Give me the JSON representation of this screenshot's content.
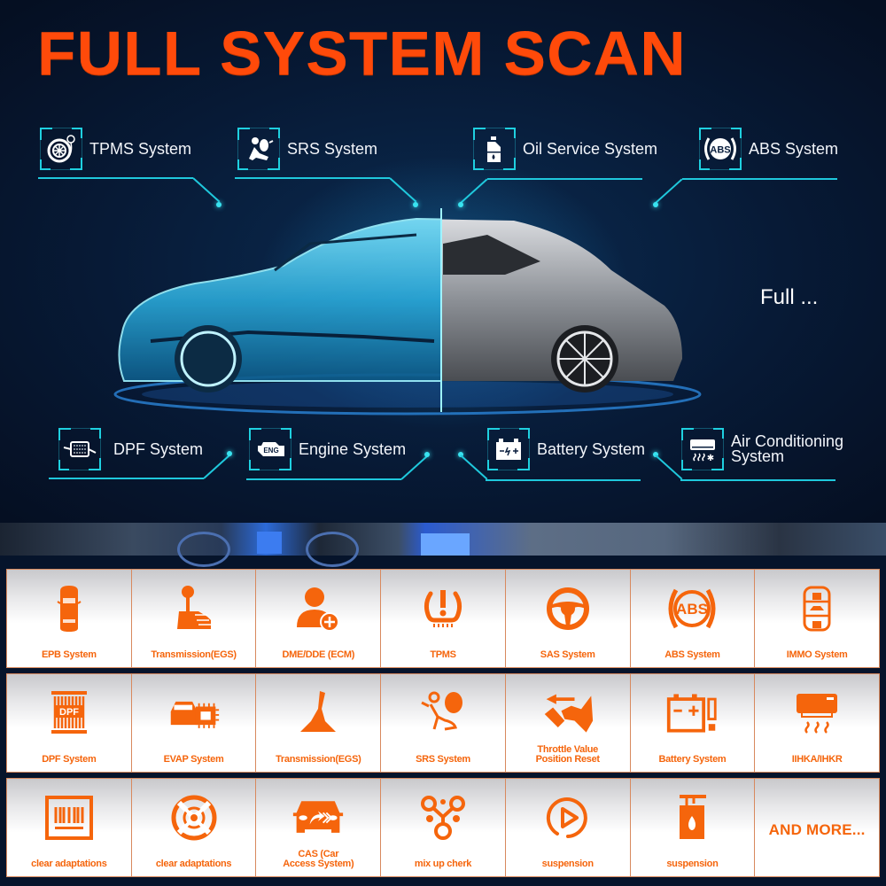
{
  "header": {
    "title": "FULL SYSTEM SCAN"
  },
  "hero": {
    "side_text": "Full ...",
    "top_callouts": [
      {
        "label": "TPMS System",
        "icon": "tire-pressure-gauge-icon"
      },
      {
        "label": "SRS System",
        "icon": "airbag-icon"
      },
      {
        "label": "Oil Service System",
        "icon": "oil-can-icon"
      },
      {
        "label": "ABS System",
        "icon": "abs-icon"
      }
    ],
    "bottom_callouts": [
      {
        "label": "DPF System",
        "icon": "dpf-filter-icon"
      },
      {
        "label": "Engine System",
        "icon": "engine-icon",
        "icon_text": "ENG"
      },
      {
        "label": "Battery System",
        "icon": "battery-icon"
      },
      {
        "label": "Air Conditioning System",
        "label_line1": "Air Conditioning",
        "label_line2": "System",
        "icon": "air-conditioner-icon"
      }
    ],
    "abs_icon_text": "ABS"
  },
  "grid": {
    "accent_color": "#f5650c",
    "border_color": "#d8895e",
    "rows": [
      [
        {
          "label": "EPB System",
          "icon": "car-top-view-icon"
        },
        {
          "label": "Transmission(EGS)",
          "icon": "gear-shift-icon"
        },
        {
          "label": "DME/DDE (ECM)",
          "icon": "user-plus-icon"
        },
        {
          "label": "TPMS",
          "icon": "tire-pressure-warning-icon"
        },
        {
          "label": "SAS System",
          "icon": "steering-wheel-icon"
        },
        {
          "label": "ABS System",
          "icon": "abs-warning-icon",
          "icon_text": "ABS"
        },
        {
          "label": "IMMO System",
          "icon": "key-fob-icon"
        }
      ],
      [
        {
          "label": "DPF System",
          "icon": "dpf-icon",
          "icon_text": "DPF"
        },
        {
          "label": "EVAP System",
          "icon": "car-chip-icon"
        },
        {
          "label": "Transmission(EGS)",
          "icon": "gear-lever-icon"
        },
        {
          "label": "SRS System",
          "icon": "airbag-icon"
        },
        {
          "label": "Throttle Value Position Reset",
          "label_line1": "Throttle Value",
          "label_line2": "Position Reset",
          "icon": "throttle-icon"
        },
        {
          "label": "Battery System",
          "icon": "battery-warning-icon"
        },
        {
          "label": "IIHKA/IHKR",
          "icon": "air-conditioner-heat-icon"
        }
      ],
      [
        {
          "label": "clear adaptations",
          "icon": "barcode-frame-icon"
        },
        {
          "label": "clear adaptations",
          "icon": "crosshair-dial-icon"
        },
        {
          "label": "CAS (Car Access System)",
          "label_line1": "CAS (Car",
          "label_line2": "Access System)",
          "icon": "car-access-icon"
        },
        {
          "label": "mix up cherk",
          "icon": "molecule-icon"
        },
        {
          "label": "suspension",
          "icon": "play-circle-icon"
        },
        {
          "label": "suspension",
          "icon": "heater-tank-icon"
        },
        {
          "label": "AND MORE...",
          "is_more": true
        }
      ]
    ]
  }
}
